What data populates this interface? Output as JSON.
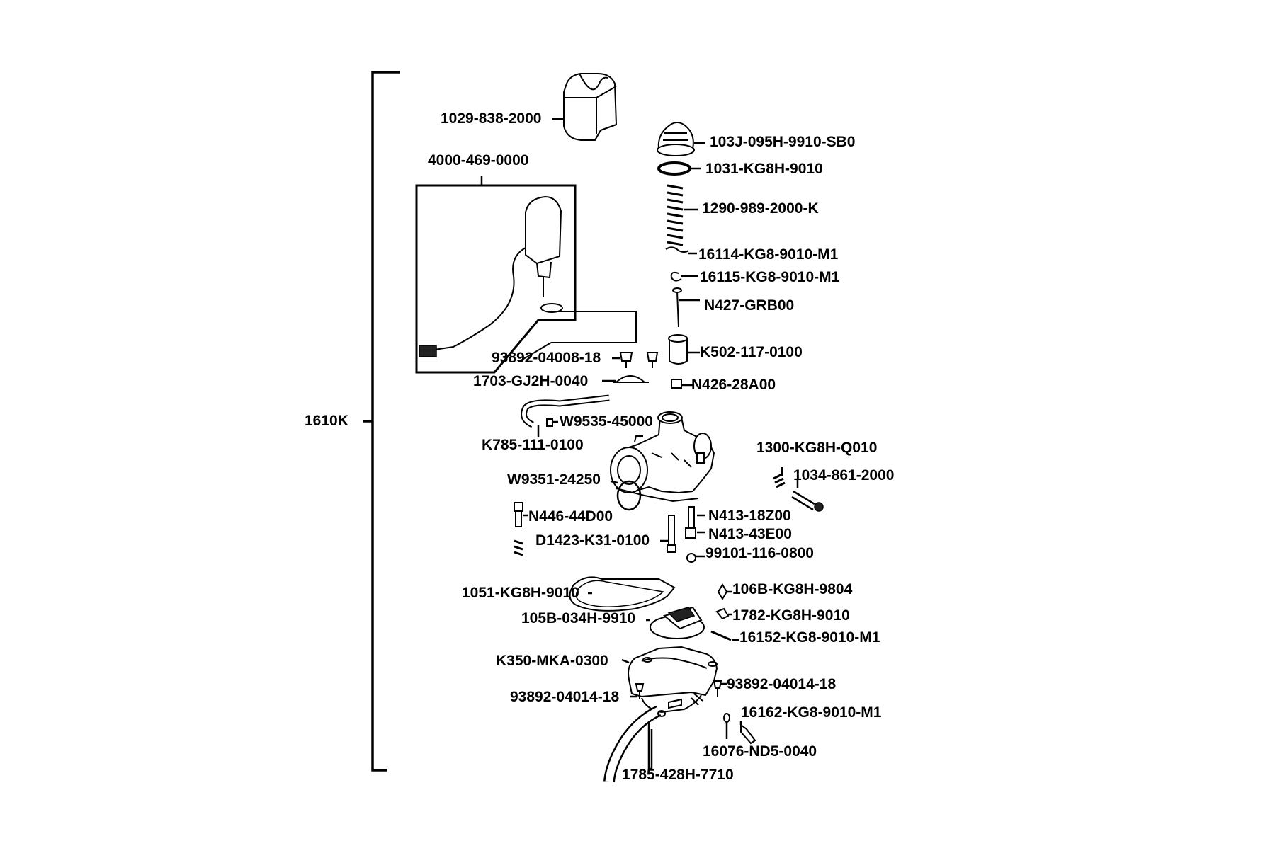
{
  "diagram": {
    "assembly_label": "1610K",
    "parts": {
      "p1029_838_2000": "1029-838-2000",
      "p4000_469_0000": "4000-469-0000",
      "p103J_095H": "103J-095H-9910-SB0",
      "p1031_KG8H": "1031-KG8H-9010",
      "p1290_989": "1290-989-2000-K",
      "p16114": "16114-KG8-9010-M1",
      "p16115": "16115-KG8-9010-M1",
      "pN427": "N427-GRB00",
      "pK502": "K502-117-0100",
      "p93892_04008": "93892-04008-18",
      "p1703_GJ2H": "1703-GJ2H-0040",
      "pN426": "N426-28A00",
      "pW9535": "W9535-45000",
      "pK785": "K785-111-0100",
      "p1300_KG8H": "1300-KG8H-Q010",
      "p1034_861": "1034-861-2000",
      "pW9351": "W9351-24250",
      "pN446": "N446-44D00",
      "pN413_18Z": "N413-18Z00",
      "pN413_43E": "N413-43E00",
      "pD1423": "D1423-K31-0100",
      "p99101": "99101-116-0800",
      "p1051_KG8H": "1051-KG8H-9010",
      "p106B": "106B-KG8H-9804",
      "p105B": "105B-034H-9910",
      "p1782": "1782-KG8H-9010",
      "p16152": "16152-KG8-9010-M1",
      "pK350": "K350-MKA-0300",
      "p93892_04014_r": "93892-04014-18",
      "p93892_04014_l": "93892-04014-18",
      "p16162": "16162-KG8-9010-M1",
      "p16076": "16076-ND5-0040",
      "p1785": "1785-428H-7710"
    }
  }
}
